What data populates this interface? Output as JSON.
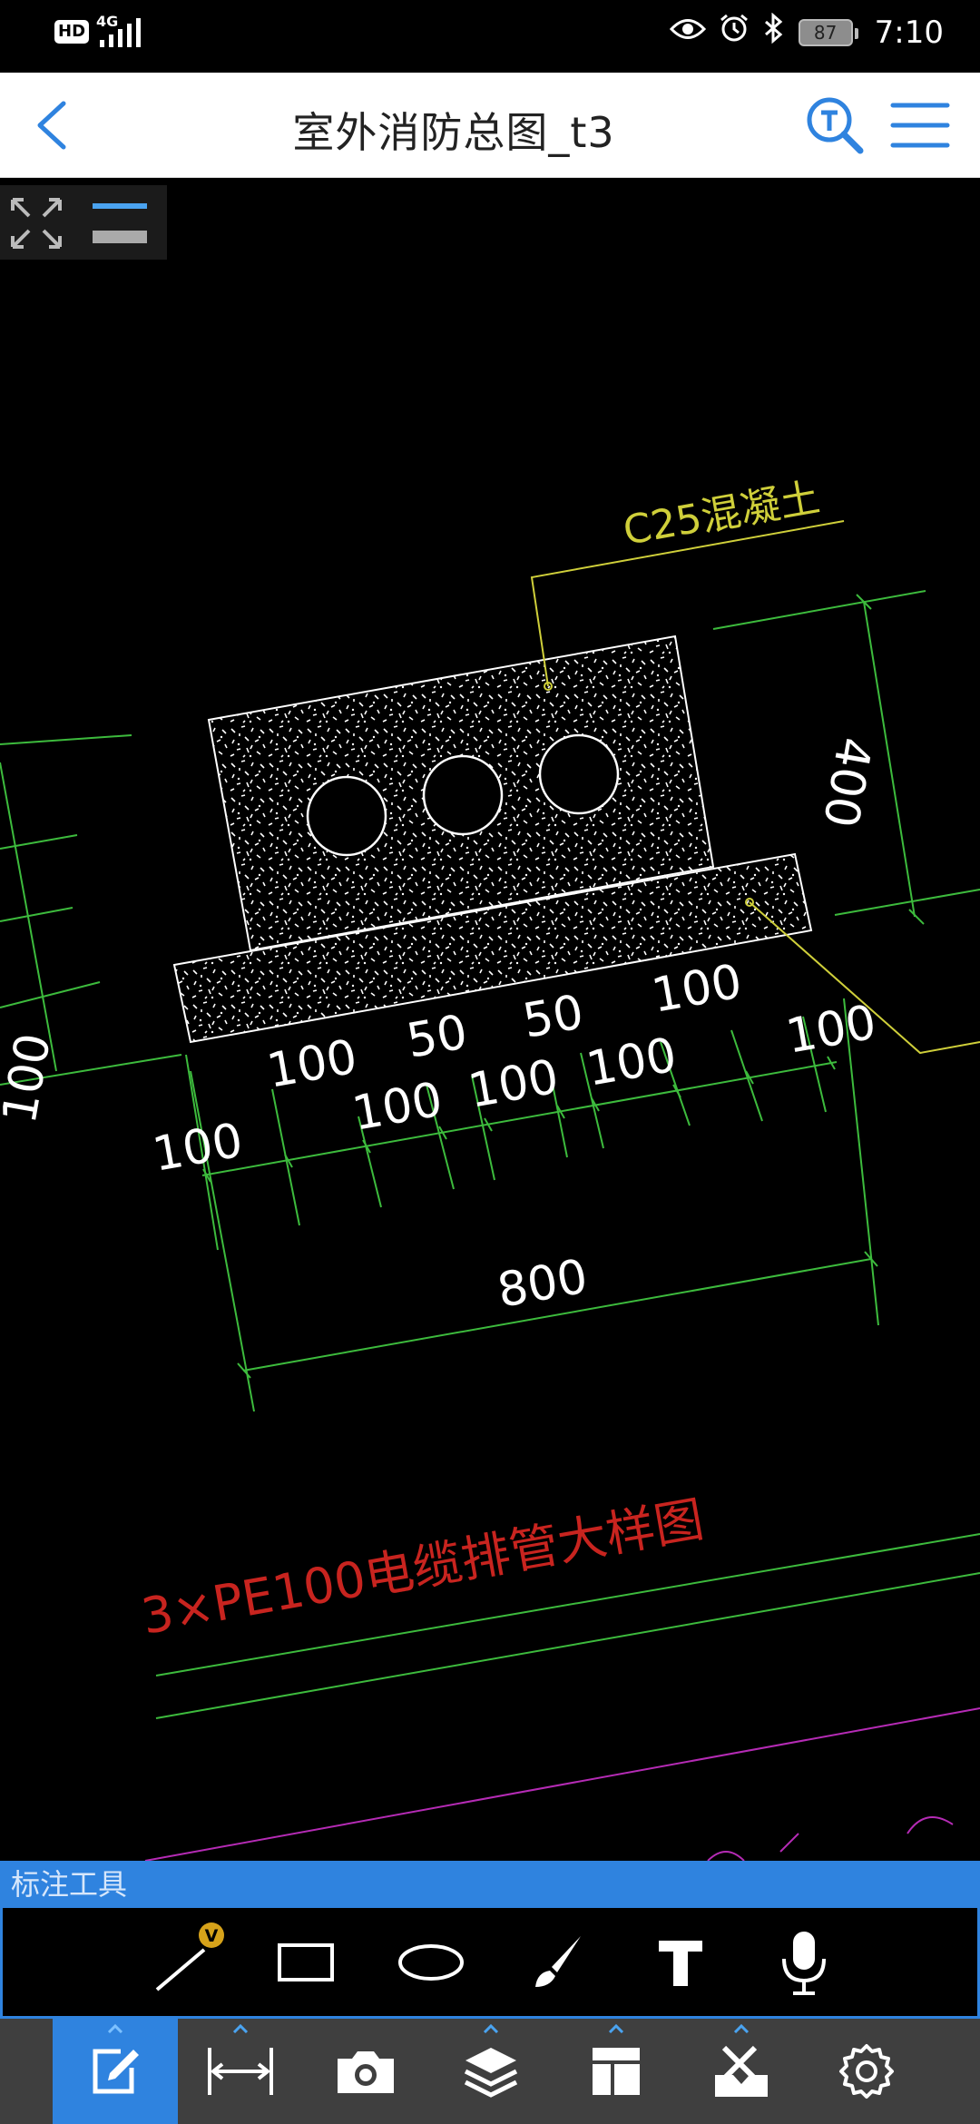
{
  "status_bar": {
    "hd_label": "HD",
    "network_label": "4G",
    "battery_level": "87",
    "time": "7:10"
  },
  "header": {
    "title": "室外消防总图_t3",
    "icons": [
      "back-arrow-icon",
      "text-search-icon",
      "menu-icon"
    ]
  },
  "drawing": {
    "concrete_label": "C25混凝土",
    "dim_height": "400",
    "dims_top": [
      "100",
      "50",
      "50",
      "100",
      "100"
    ],
    "dims_middle": [
      "100",
      "100",
      "100"
    ],
    "dim_left": "100",
    "dim_left_partial": "100",
    "dim_total": "800",
    "caption": "3×PE100电缆排管大样图",
    "colors": {
      "background": "#000000",
      "outline": "#ffffff",
      "dimension": "#3dbb3d",
      "leader": "#cfcf3a",
      "caption": "#c8241f",
      "magenta_line": "#b52bb5"
    }
  },
  "annotation_tools": {
    "header_label": "标注工具",
    "badge": "V",
    "tools": [
      "line-tool-icon",
      "rectangle-tool-icon",
      "ellipse-tool-icon",
      "brush-tool-icon",
      "text-tool-icon",
      "voice-tool-icon"
    ]
  },
  "bottom_toolbar": {
    "items": [
      "annotate-icon",
      "measure-icon",
      "camera-icon",
      "layers-icon",
      "layout-icon",
      "tools-box-icon",
      "settings-icon"
    ],
    "active": "annotate-icon",
    "accent": "#2f83df"
  }
}
